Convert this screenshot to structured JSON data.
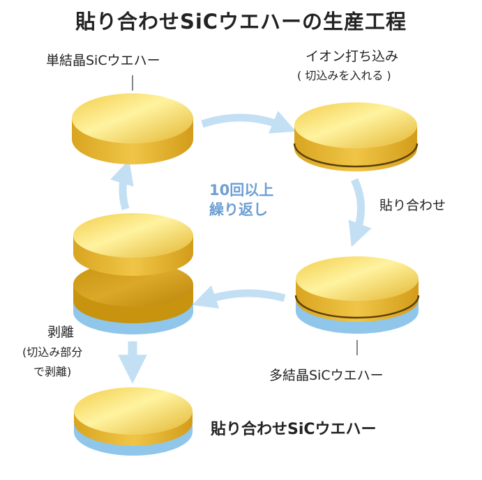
{
  "title": "貼り合わせSiCウエハーの生産工程",
  "labels": {
    "single_crystal": "単結晶SiCウエハー",
    "ion_implant": "イオン打ち込み",
    "ion_implant_sub": "( 切込みを入れる )",
    "bonding": "貼り合わせ",
    "repeat_line1": "10回以上",
    "repeat_line2": "繰り返し",
    "peel": "剥離",
    "peel_sub1": "(切込み部分",
    "peel_sub2": "で剥離)",
    "poly_crystal": "多結晶SiCウエハー",
    "final_product": "貼り合わせSiCウエハー"
  },
  "colors": {
    "gold_light": "#fff3a0",
    "gold_mid": "#f4cf4e",
    "gold_dark": "#d9a521",
    "gold_side": "#e8b938",
    "gold_deep": "#c8930f",
    "poly_blue": "#8fc6ea",
    "arrow_blue": "#c3dff3",
    "repeat_text": "#6c9fd3"
  }
}
